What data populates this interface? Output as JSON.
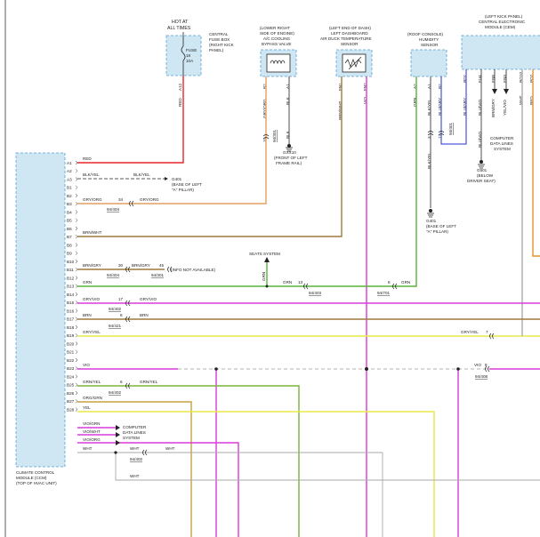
{
  "colors": {
    "red": "#e8262a",
    "blk": "#222222",
    "orange": "#e0a060",
    "brown": "#a07a3c",
    "green": "#59b43c",
    "violet": "#d93cd9",
    "yellow": "#e8e84a",
    "lightblue": "#cfe6f3",
    "bluebox": "#5a9fd4",
    "blue": "#2030d0",
    "gray": "#aaaaaa"
  },
  "fuse_box": {
    "hot_label": [
      "HOT AT",
      "ALL TIMES"
    ],
    "fuse_label": [
      "FUSE",
      "18",
      "10A"
    ],
    "desc": [
      "CENTRAL",
      "FUSE BOX",
      "(RIGHT KICK",
      "PANEL)"
    ],
    "pin": "A12"
  },
  "ac_valve": {
    "desc": [
      "(LOWER RIGHT",
      "SIDE OF ENGINE)",
      "A/C COOLING",
      "BYPASS VALVE"
    ],
    "pins": [
      "B2",
      "A1"
    ],
    "wire_left": "GRY/ORG",
    "wire_right": "BLK",
    "conn": "10",
    "conn_ref": "94/301",
    "gnd_wire": "BLK",
    "gnd_label": [
      "GXX10",
      "(FRONT OF LEFT",
      "FRAME RAIL)"
    ]
  },
  "duct_sensor": {
    "desc": [
      "(LEFT END OF DASH)",
      "LEFT DASHBOARD",
      "AIR DUCK TEMPERATURE",
      "SENSOR"
    ],
    "pins": [
      "FN1",
      "FN2"
    ],
    "wire_left": "BRN/WHT",
    "wire_right": "VIO"
  },
  "humidity": {
    "desc": [
      "(ROOF CONSOLE)",
      "HUMIDITY",
      "SENSOR"
    ],
    "pins": [
      "A2",
      "A1",
      "B2"
    ],
    "wires": [
      "GRN",
      "BLK/YEL",
      "BLU/GRY"
    ],
    "conn_left": "3",
    "conn_right": "12",
    "conn_ref": "94/401",
    "lower_wire": "BLK/YEL",
    "gnd_label": [
      "G401",
      "(BASE OF LEFT",
      "\"A\" PILLAR)"
    ]
  },
  "cem": {
    "desc": [
      "(LEFT KICK PANEL)",
      "CENTRAL ELECTRONIC",
      "MODULE (CEM)"
    ],
    "pins": [
      "RD1",
      "FU4",
      "EN8",
      "EN3",
      "RO10",
      "PO2"
    ],
    "wires": [
      "BLU/GRY",
      "BLU/VIO",
      "BRN/GRY",
      "YEL/VIO",
      "WHT",
      "RED"
    ],
    "data_label": [
      "COMPUTER",
      "DATA LINES",
      "SYSTEM"
    ],
    "gnd_wire": "BLU/VIO",
    "gnd_label": [
      "G501",
      "(BELOW",
      "DRIVER SEAT)"
    ]
  },
  "seats": {
    "label": "SEATS SYSTEM",
    "wire": "GRN"
  },
  "ccm": {
    "label": [
      "CLIMATE CONTROL",
      "MODULE (CCM)",
      "(TOP OF HVAC UNIT)"
    ],
    "pins": [
      "A1",
      "A2",
      "A3",
      "B1",
      "B2",
      "B3",
      "B4",
      "B5",
      "B6",
      "B7",
      "B8",
      "B9",
      "B10",
      "B11",
      "B12",
      "B13",
      "B14",
      "B15",
      "B16",
      "B17",
      "B18",
      "B19",
      "B20",
      "B21",
      "B22",
      "B23",
      "B24",
      "B25",
      "B26",
      "B27",
      "B28"
    ]
  },
  "wire_labels": {
    "a1": "RED",
    "a3": "BLK/YEL",
    "a3_b": "BLK/YEL",
    "g401": [
      "G401",
      "(BASE OF LEFT",
      "\"A\" PILLAR)"
    ],
    "b1": "GRY/ORG",
    "b1_conn": "34",
    "b1_ref": "94/404",
    "b1_b": "GRY/ORG",
    "b5": "BRN/WHT",
    "b9": "BRN/GRY",
    "b9_conn": "30",
    "b9_b": "BRN/GRY",
    "b9_conn2": "45",
    "b9_ref": "94/404",
    "b9_ref2": "94/301",
    "b9_note": "(INFO NOT AVAILABLE)",
    "b11": "GRN",
    "b11_b": "GRN",
    "b11_conn": "13",
    "b11_ref": "94/403",
    "b11_c": "GRN",
    "b11_conn2": "8",
    "b11_ref2": "94/701",
    "b13": "GRY/VIO",
    "b13_conn": "17",
    "b13_b": "GRY/VIO",
    "b13_ref": "94/402",
    "b15": "BRN",
    "b15_conn": "8",
    "b15_b": "BRN",
    "b15_ref": "94/421",
    "b16": "GRY/YEL",
    "b16_b": "GRY/YEL",
    "b16_conn": "7",
    "b20": "VIO",
    "b20_b": "VIO",
    "b20_conn": "8",
    "b20_ref": "94/408",
    "b21": "GRN/YEL",
    "b21_conn": "6",
    "b21_b": "GRN/YEL",
    "b21_ref": "94/402",
    "b22": "ORG/GRN",
    "b23": "YEL",
    "b25": "VIO/GRN",
    "b26": "VIO/WHT",
    "b27": "VIO/ORG",
    "data_label": [
      "COMPUTER",
      "DATA LINES",
      "SYSTEM"
    ],
    "b28": "WHT",
    "b28_b": "WHT",
    "b28_conn": "",
    "b28_ref": "94/402",
    "b28_c": "WHT",
    "bottom_wht": "WHT"
  }
}
